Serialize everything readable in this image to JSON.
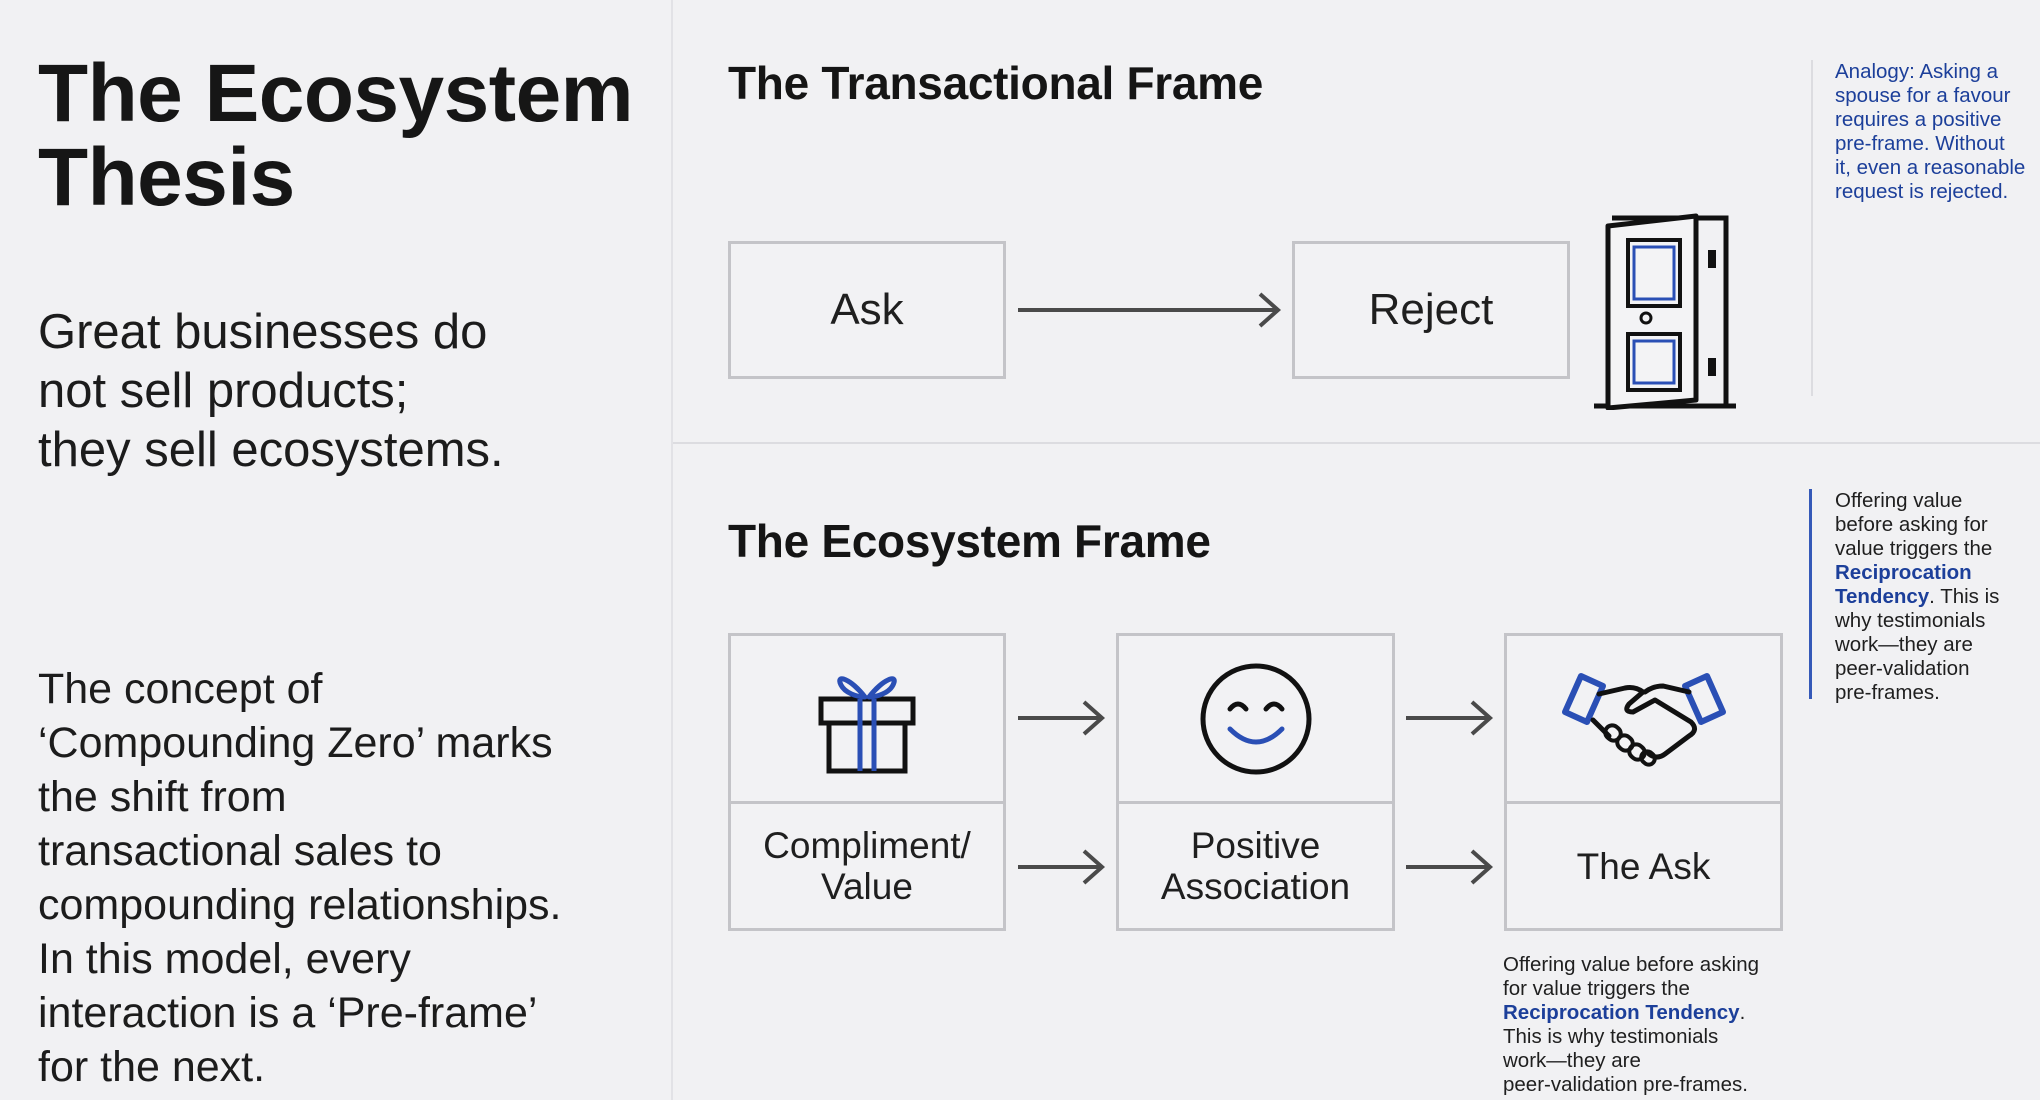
{
  "left": {
    "title": "The Ecosystem Thesis",
    "lead_lines": [
      "Great businesses do",
      "not sell products;",
      "they sell ecosystems."
    ],
    "body_lines": [
      "The concept of",
      "‘Compounding Zero’ marks",
      "the shift from",
      "transactional sales to",
      "compounding relationships.",
      "In this model, every",
      "interaction is a ‘Pre-frame’",
      "for the next."
    ]
  },
  "transactional": {
    "title": "The Transactional Frame",
    "ask": "Ask",
    "reject": "Reject",
    "note_lines": [
      "Analogy: Asking a",
      "spouse for a favour",
      "requires a positive",
      "pre-frame. Without",
      "it, even a reasonable",
      "request is rejected."
    ]
  },
  "ecosystem": {
    "title": "The Ecosystem Frame",
    "step1_lines": [
      "Compliment/",
      "Value"
    ],
    "step2_lines": [
      "Positive",
      "Association"
    ],
    "step3": "The Ask",
    "side_note": {
      "l1": "Offering value",
      "l2": "before asking for",
      "l3": "value triggers the",
      "hl1": "Reciprocation",
      "hl2": "Tendency",
      "l4_rest": ". This is",
      "l5": "why testimonials",
      "l6": "work—they are",
      "l7": "peer-validation",
      "l8": "pre-frames."
    },
    "bottom_note": {
      "l1": "Offering value before asking",
      "l2": "for value triggers the",
      "hl": "Reciprocation Tendency",
      "dot": ".",
      "l3": "This is why testimonials",
      "l4": "work—they are",
      "l5": "peer-validation pre-frames."
    }
  },
  "icons": [
    "door-icon",
    "gift-icon",
    "smiley-icon",
    "handshake-icon",
    "arrow-icon"
  ],
  "colors": {
    "accent_blue": "#1c3f9a",
    "icon_blue": "#2a4fb5",
    "border": "#c4c4c8",
    "background": "#f1f1f3"
  }
}
